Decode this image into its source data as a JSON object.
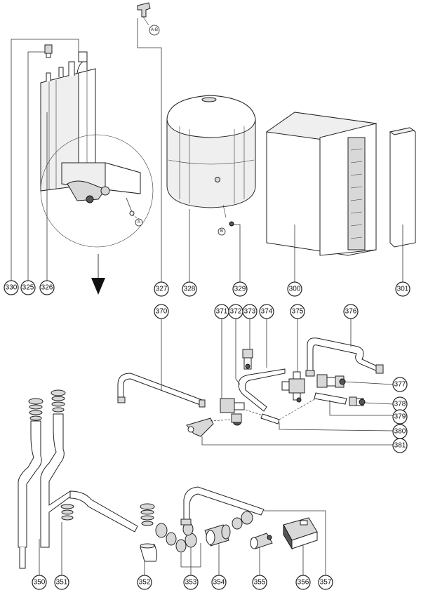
{
  "callouts": {
    "c330": "330",
    "c325": "325",
    "c326": "326",
    "c327": "327",
    "c328": "328",
    "c329": "329",
    "c300": "300",
    "c301": "301",
    "c370": "370",
    "c371": "371",
    "c372": "372",
    "c373": "373",
    "c374": "374",
    "c375": "375",
    "c376": "376",
    "c377": "377",
    "c378": "378",
    "c379": "379",
    "c380": "380",
    "c381": "381",
    "c350": "350",
    "c351": "351",
    "c352": "352",
    "c353": "353",
    "c354": "354",
    "c355": "355",
    "c356": "356",
    "c357": "357"
  },
  "references": {
    "ab": "A-B",
    "a": "A",
    "b": "B"
  }
}
